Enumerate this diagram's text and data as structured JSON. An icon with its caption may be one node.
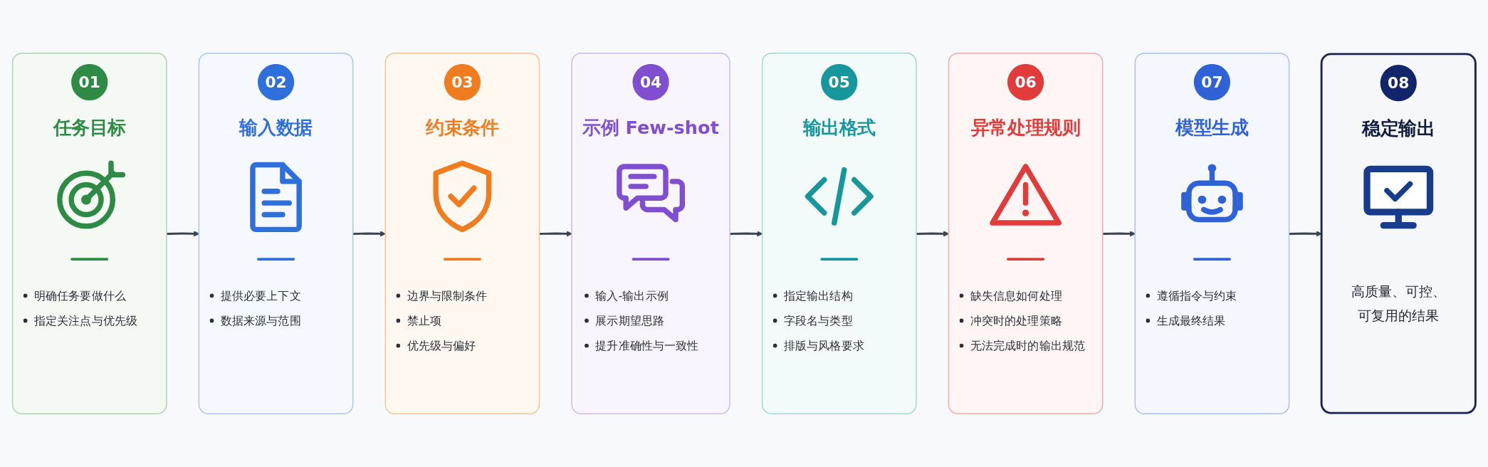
{
  "diagram": {
    "nodes": [
      {
        "text": [
          "01",
          "任务目标",
          "明确任务要做什么",
          "指定关注点与优先级"
        ]
      },
      {
        "text": [
          "02",
          "输入数据",
          "提供必要上下文",
          "数据来源与范围"
        ]
      },
      {
        "text": [
          "03",
          "约束条件",
          "边界与限制条件",
          "禁止项",
          "优先级与偏好"
        ]
      },
      {
        "text": [
          "04",
          "示例 Few-shot",
          "输入-输出示例",
          "展示期望思路",
          "提升准确性与一致性"
        ]
      },
      {
        "text": [
          "05",
          "输出格式",
          "指定输出结构",
          "字段名与类型",
          "排版与风格要求"
        ]
      },
      {
        "text": [
          "06",
          "异常处理规则",
          "缺失信息如何处理",
          "冲突时的处理策略",
          "无法完成时的输出规范"
        ]
      },
      {
        "text": [
          "07",
          "模型生成",
          "遵循指令与约束",
          "生成最终结果"
        ]
      },
      {
        "text": [
          "08",
          "稳定输出",
          "高质量、可控、可复用的结果"
        ]
      }
    ],
    "edges": [
      {
        "from": 0,
        "to": 1,
        "arrow": "to"
      },
      {
        "from": 1,
        "to": 2,
        "arrow": "to"
      },
      {
        "from": 2,
        "to": 3,
        "arrow": "to"
      },
      {
        "from": 3,
        "to": 4,
        "arrow": "to"
      },
      {
        "from": 4,
        "to": 5,
        "arrow": "to"
      },
      {
        "from": 5,
        "to": 6,
        "arrow": "to"
      },
      {
        "from": 6,
        "to": 7,
        "arrow": "to"
      }
    ]
  }
}
